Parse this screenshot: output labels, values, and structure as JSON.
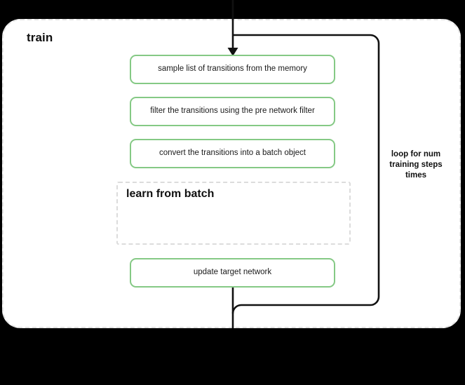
{
  "diagram": {
    "type": "flowchart",
    "scope": {
      "title": "train",
      "border_style": "dashed",
      "border_color": "#e3e3e3"
    },
    "accent_color": "#85c985",
    "line_color": "#111111",
    "background_color": "#000000",
    "surface_color": "#ffffff",
    "steps": [
      {
        "id": "sample",
        "label": "sample list of transitions from the memory"
      },
      {
        "id": "filter",
        "label": "filter the transitions using the pre network filter"
      },
      {
        "id": "convert",
        "label": "convert the transitions into a batch object"
      },
      {
        "id": "update",
        "label": "update target network"
      }
    ],
    "subscope": {
      "title": "learn from batch",
      "border_style": "dashed",
      "border_color": "#dcdcdc"
    },
    "loop": {
      "label": "loop for num training steps times",
      "direction": "back-edge",
      "from_step": "update",
      "to_step": "sample"
    },
    "icons": {
      "entry_arrow": "arrow-down-icon",
      "loop_edge": "loop-back-edge-icon"
    }
  }
}
